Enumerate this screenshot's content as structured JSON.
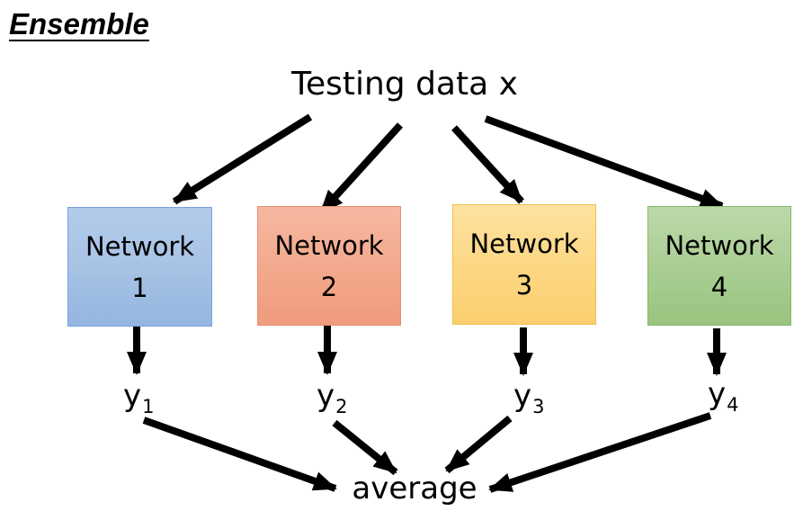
{
  "title": "Ensemble",
  "input_label": "Testing data x",
  "networks": [
    {
      "word": "Network",
      "number": "1",
      "color": "#a6c2e5"
    },
    {
      "word": "Network",
      "number": "2",
      "color": "#f3a88c"
    },
    {
      "word": "Network",
      "number": "3",
      "color": "#fcd783"
    },
    {
      "word": "Network",
      "number": "4",
      "color": "#a9cd92"
    }
  ],
  "outputs": [
    {
      "symbol": "y",
      "subscript": "1"
    },
    {
      "symbol": "y",
      "subscript": "2"
    },
    {
      "symbol": "y",
      "subscript": "3"
    },
    {
      "symbol": "y",
      "subscript": "4"
    }
  ],
  "aggregate_label": "average",
  "arrow_color": "#000000"
}
